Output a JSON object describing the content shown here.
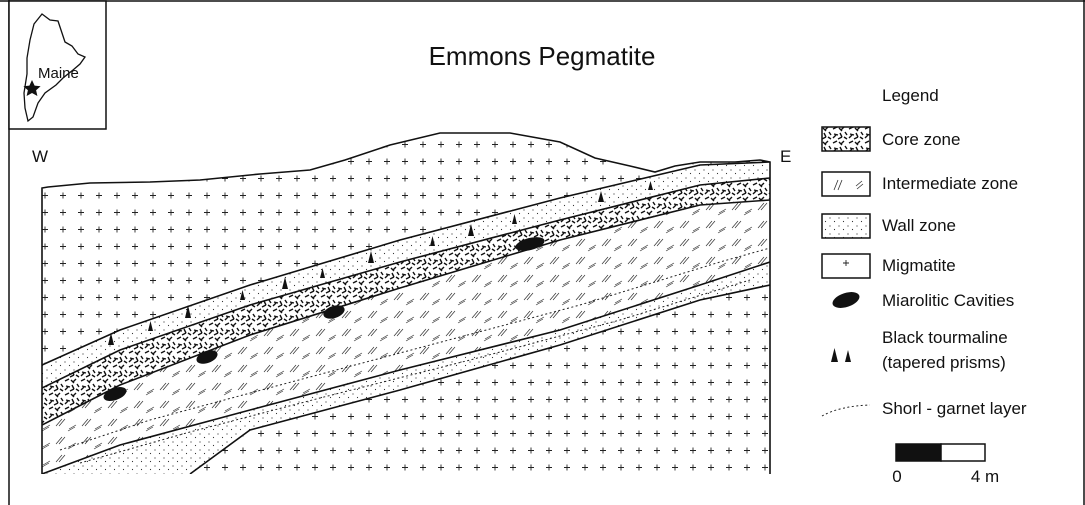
{
  "title": "Emmons Pegmatite",
  "inset": {
    "label": "Maine"
  },
  "section": {
    "west_label": "W",
    "east_label": "E"
  },
  "legend": {
    "heading": "Legend",
    "items": [
      {
        "label": "Core zone",
        "icon": "core-zone-swatch"
      },
      {
        "label": "Intermediate zone",
        "icon": "intermediate-zone-swatch"
      },
      {
        "label": "Wall zone",
        "icon": "wall-zone-swatch"
      },
      {
        "label": "Migmatite",
        "icon": "migmatite-swatch"
      },
      {
        "label": "Miarolitic Cavities",
        "icon": "cavity-icon"
      },
      {
        "label_line1": "Black tourmaline",
        "label_line2": "(tapered prisms)",
        "icon": "tourmaline-icon"
      },
      {
        "label": "Shorl - garnet layer",
        "icon": "dotted-line-icon"
      }
    ]
  },
  "scale_bar": {
    "min_label": "0",
    "max_label": "4 m"
  },
  "colors": {
    "ink": "#111111",
    "background": "#ffffff"
  }
}
